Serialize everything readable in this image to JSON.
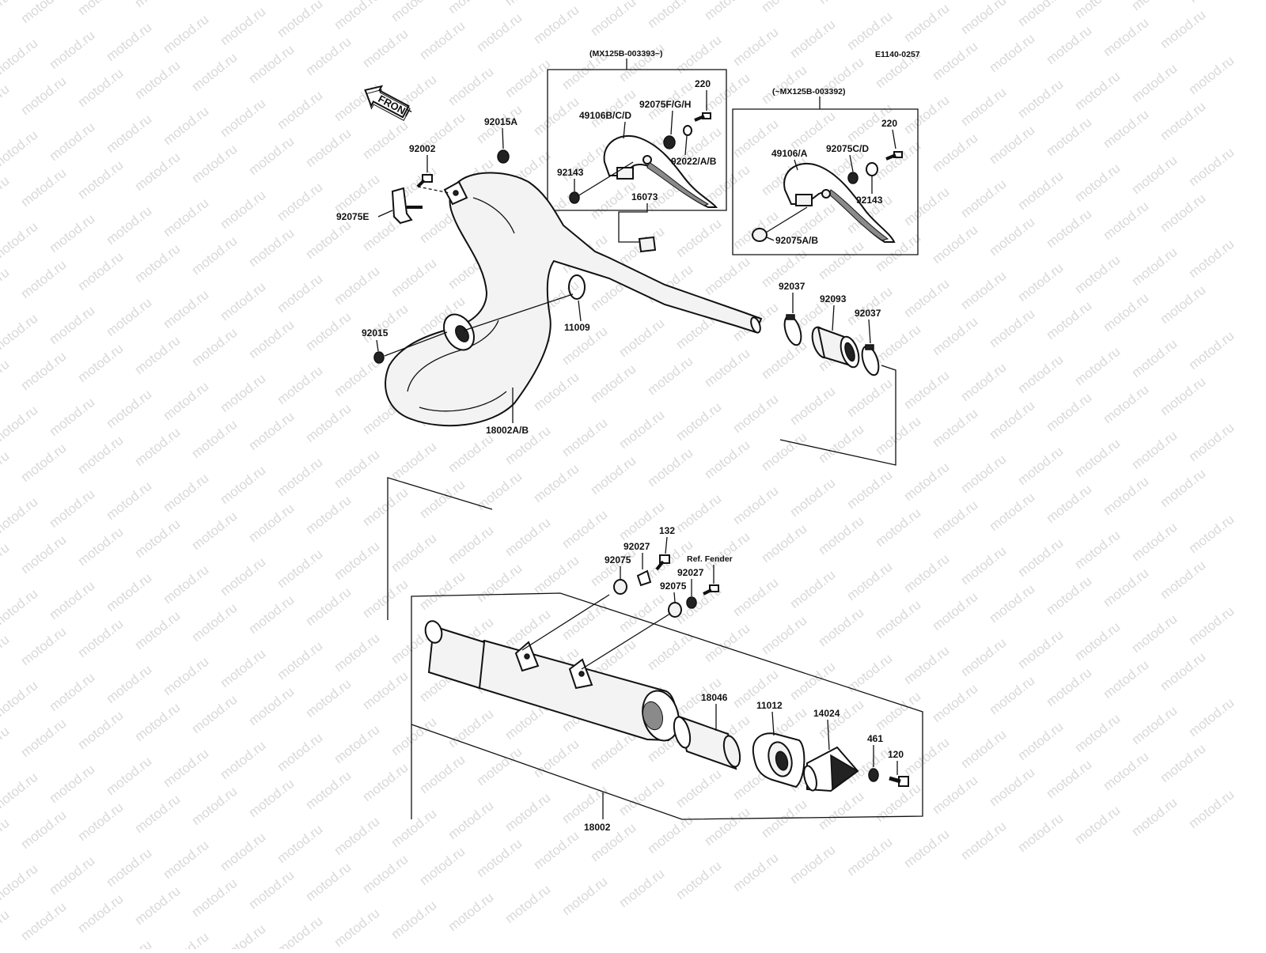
{
  "watermark": "motod.ru",
  "diagram_code": "E1140-0257",
  "front_arrow": "FRONT",
  "boxes": {
    "upper_left_heading": "(MX125B-003393~)",
    "upper_right_heading": "(~MX125B-003392)"
  },
  "parts": {
    "p220_a": "220",
    "p92075fgh": "92075F/G/H",
    "p49106bcd": "49106B/C/D",
    "p92022ab": "92022/A/B",
    "p92143_a": "92143",
    "p220_b": "220",
    "p49106a": "49106/A",
    "p92075cd": "92075C/D",
    "p92143_b": "92143",
    "p92075ab": "92075A/B",
    "p92015a": "92015A",
    "p92002": "92002",
    "p92075e": "92075E",
    "p16073": "16073",
    "p11009": "11009",
    "p92015": "92015",
    "p18002ab": "18002A/B",
    "p92037_a": "92037",
    "p92093": "92093",
    "p92037_b": "92037",
    "p132": "132",
    "p92027_a": "92027",
    "p92075_a": "92075",
    "ref_fender": "Ref. Fender",
    "p92027_b": "92027",
    "p92075_b": "92075",
    "p18046": "18046",
    "p11012": "11012",
    "p14024": "14024",
    "p461": "461",
    "p120": "120",
    "p18002": "18002"
  }
}
